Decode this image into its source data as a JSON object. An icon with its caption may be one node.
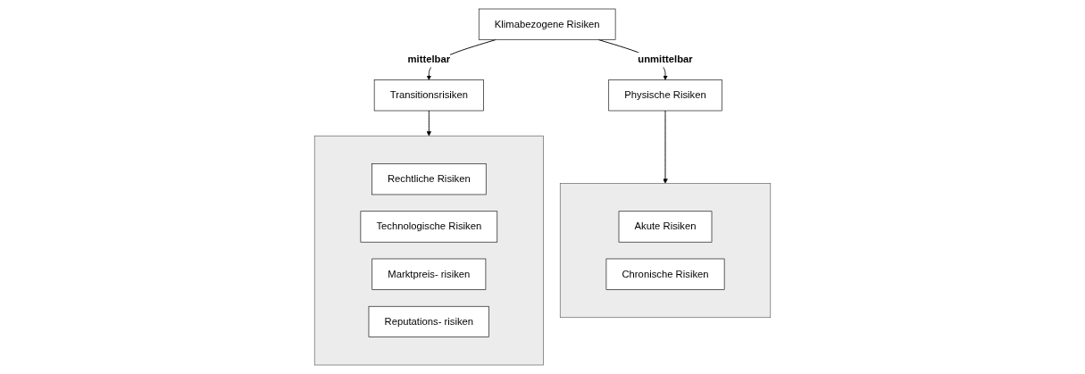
{
  "diagram": {
    "nodes": [
      {
        "text": [
          "Klimabezogene Risiken"
        ]
      },
      {
        "text": [
          "Transitionsrisiken"
        ]
      },
      {
        "text": [
          "Physische Risiken"
        ]
      },
      {
        "text": [],
        "shape": "box"
      },
      {
        "text": [
          "Rechtliche Risiken"
        ],
        "in": 3
      },
      {
        "text": [
          "Technologische Risiken"
        ],
        "in": 3
      },
      {
        "text": [
          "Marktpreis- risiken"
        ],
        "in": 3
      },
      {
        "text": [
          "Reputations- risiken"
        ],
        "in": 3
      },
      {
        "text": [],
        "shape": "box"
      },
      {
        "text": [
          "Akute Risiken"
        ],
        "in": 8
      },
      {
        "text": [
          "Chronische Risiken"
        ],
        "in": 8
      }
    ],
    "edges": [
      {
        "from": 0,
        "to": 1,
        "label": "mittelbar",
        "arrow": "to"
      },
      {
        "from": 0,
        "to": 2,
        "label": "unmittelbar",
        "arrow": "to"
      },
      {
        "from": 1,
        "to": 3,
        "arrow": "to"
      },
      {
        "from": 2,
        "to": 8,
        "arrow": "to"
      }
    ]
  }
}
